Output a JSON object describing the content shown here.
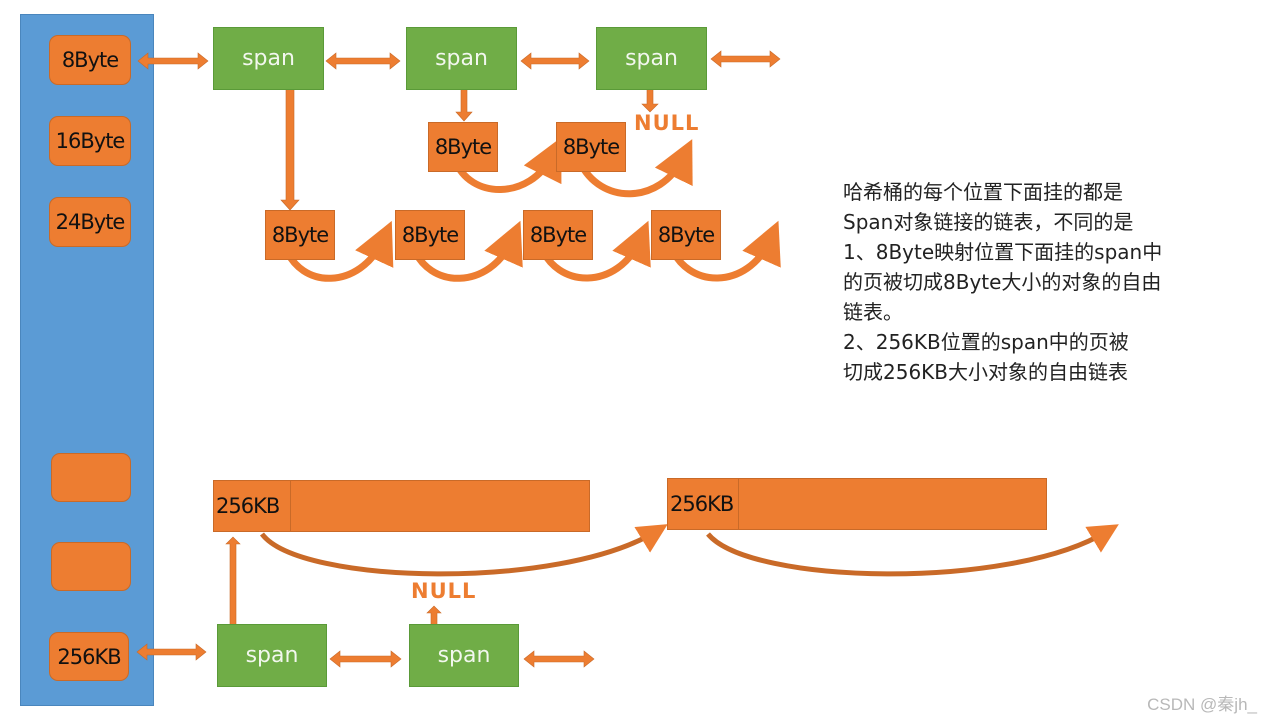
{
  "buckets": [
    {
      "label": "8Byte"
    },
    {
      "label": "16Byte"
    },
    {
      "label": "24Byte"
    },
    {
      "label": ""
    },
    {
      "label": ""
    },
    {
      "label": "256KB"
    }
  ],
  "spans_top": [
    {
      "label": "span"
    },
    {
      "label": "span"
    },
    {
      "label": "span"
    }
  ],
  "spans_bottom": [
    {
      "label": "span"
    },
    {
      "label": "span"
    }
  ],
  "objects_span2": [
    {
      "label": "8Byte"
    },
    {
      "label": "8Byte"
    }
  ],
  "objects_span1": [
    {
      "label": "8Byte"
    },
    {
      "label": "8Byte"
    },
    {
      "label": "8Byte"
    },
    {
      "label": "8Byte"
    }
  ],
  "big_blocks": [
    {
      "label": "256KB"
    },
    {
      "label": "256KB"
    }
  ],
  "null_labels": {
    "top": "NULL",
    "bottom": "NULL"
  },
  "explanation": {
    "lines": [
      "哈希桶的每个位置下面挂的都是",
      "Span对象链接的链表，不同的是",
      "1、8Byte映射位置下面挂的span中",
      "的页被切成8Byte大小的对象的自由",
      "链表。",
      "2、256KB位置的span中的页被",
      "切成256KB大小对象的自由链表"
    ]
  },
  "colors": {
    "bucket_column": "#5b9bd5",
    "orange": "#ed7d31",
    "green": "#70ad47"
  },
  "watermark": "CSDN @秦jh_"
}
